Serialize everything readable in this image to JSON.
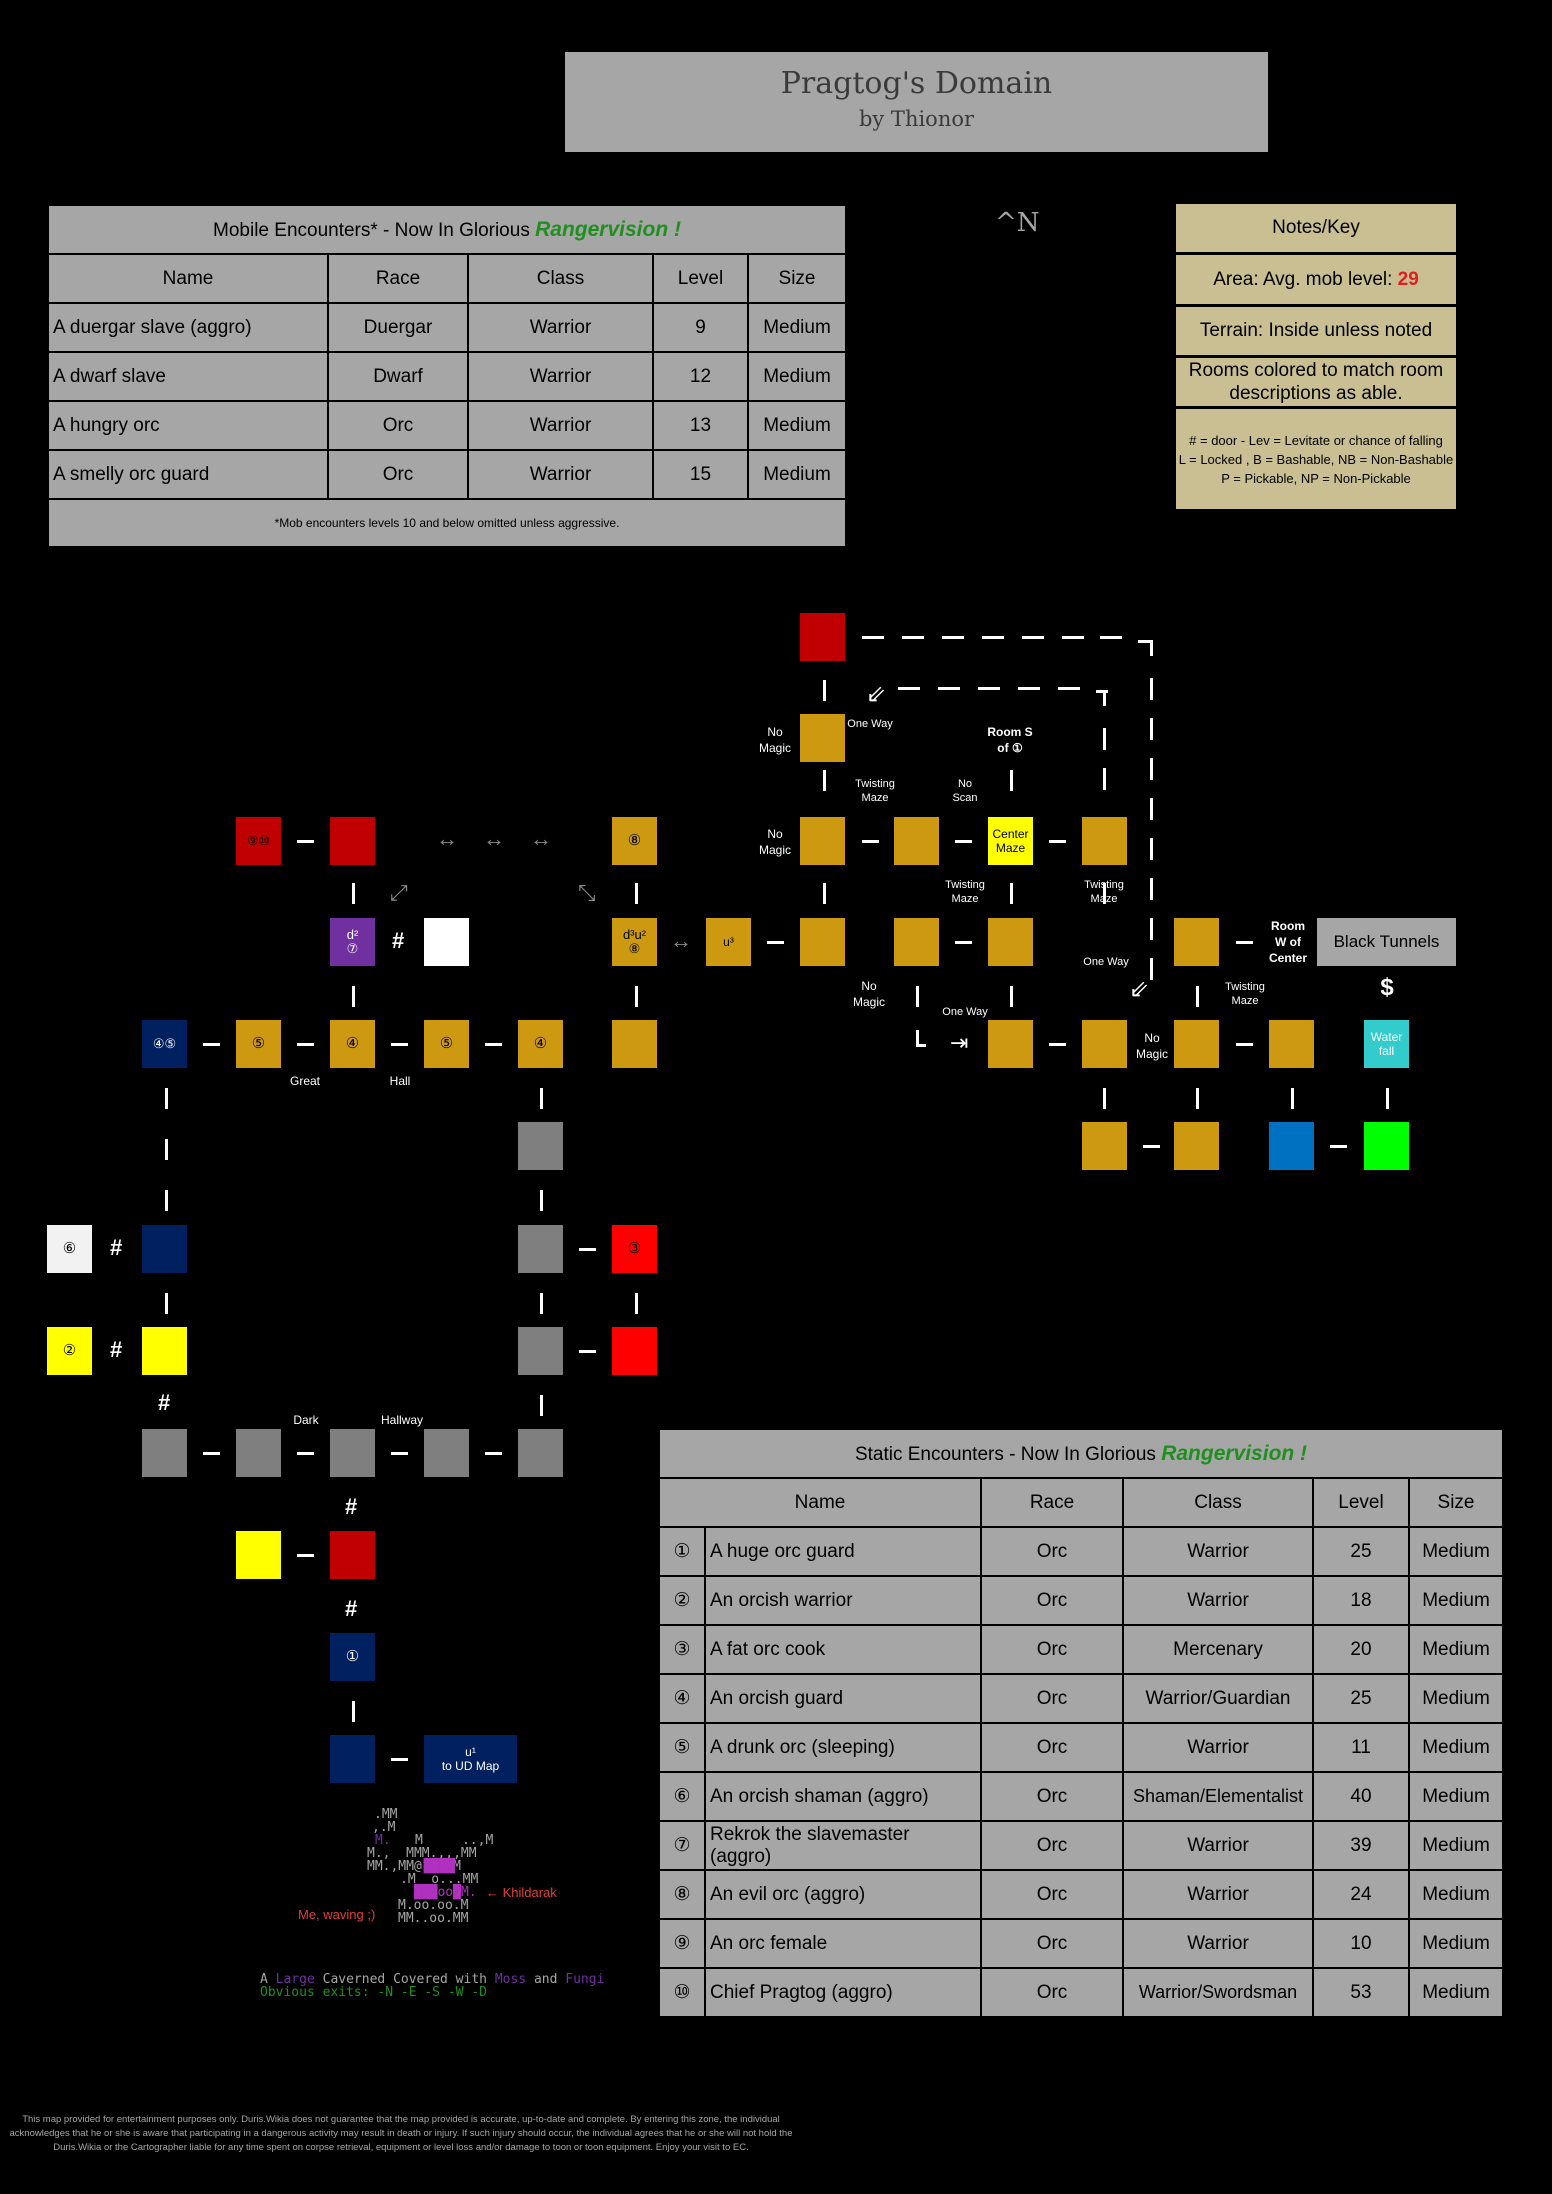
{
  "title": "Pragtog's Domain",
  "subtitle": "by Thionor",
  "north": "^N",
  "mobile": {
    "heading": "Mobile Encounters* - Now In Glorious ",
    "heading_brand": "Rangervision !",
    "columns": [
      "Name",
      "Race",
      "Class",
      "Level",
      "Size"
    ],
    "rows": [
      [
        "A duergar slave (aggro)",
        "Duergar",
        "Warrior",
        "9",
        "Medium"
      ],
      [
        "A dwarf slave",
        "Dwarf",
        "Warrior",
        "12",
        "Medium"
      ],
      [
        "A hungry orc",
        "Orc",
        "Warrior",
        "13",
        "Medium"
      ],
      [
        "A smelly orc guard",
        "Orc",
        "Warrior",
        "15",
        "Medium"
      ]
    ],
    "footnote": "*Mob encounters levels 10 and below omitted unless aggressive."
  },
  "notes": {
    "title": "Notes/Key",
    "area_label": "Area: Avg. mob level: ",
    "area_level": "29",
    "terrain": "Terrain: Inside unless noted",
    "rooms": "Rooms colored to match room descriptions as able.",
    "key_line1": "# = door - Lev = Levitate or chance of falling",
    "key_line2": "L = Locked , B = Bashable, NB = Non-Bashable",
    "key_line3": "P = Pickable, NP = Non-Pickable"
  },
  "static": {
    "heading": "Static Encounters - Now In Glorious ",
    "heading_brand": "Rangervision !",
    "columns": [
      "Name",
      "Race",
      "Class",
      "Level",
      "Size"
    ],
    "rows": [
      [
        "①",
        "A huge orc guard",
        "Orc",
        "Warrior",
        "25",
        "Medium"
      ],
      [
        "②",
        "An orcish warrior",
        "Orc",
        "Warrior",
        "18",
        "Medium"
      ],
      [
        "③",
        "A fat orc cook",
        "Orc",
        "Mercenary",
        "20",
        "Medium"
      ],
      [
        "④",
        "An orcish guard",
        "Orc",
        "Warrior/Guardian",
        "25",
        "Medium"
      ],
      [
        "⑤",
        "A drunk orc (sleeping)",
        "Orc",
        "Warrior",
        "11",
        "Medium"
      ],
      [
        "⑥",
        "An orcish shaman (aggro)",
        "Orc",
        "Shaman/Elementalist",
        "40",
        "Medium"
      ],
      [
        "⑦",
        "Rekrok the slavemaster (aggro)",
        "Orc",
        "Warrior",
        "39",
        "Medium"
      ],
      [
        "⑧",
        "An evil orc (aggro)",
        "Orc",
        "Warrior",
        "24",
        "Medium"
      ],
      [
        "⑨",
        "An orc female",
        "Orc",
        "Warrior",
        "10",
        "Medium"
      ],
      [
        "⑩",
        "Chief Pragtog (aggro)",
        "Orc",
        "Warrior/Swordsman",
        "53",
        "Medium"
      ]
    ]
  },
  "map": {
    "labels": {
      "one_way_a": "One Way",
      "no_magic_a": "No\nMagic",
      "room_s": "Room S\nof ①",
      "twisting_a": "Twisting\nMaze",
      "no_scan": "No\nScan",
      "no_magic_b": "No\nMagic",
      "center_maze": "Center\nMaze",
      "twisting_b": "Twisting\nMaze",
      "twisting_c": "Twisting\nMaze",
      "room_w": "Room\nW of\nCenter",
      "black_tunnels": "Black Tunnels",
      "one_way_b": "One Way",
      "no_magic_c": "No\nMagic",
      "one_way_c": "One Way",
      "no_magic_d": "No\nMagic",
      "twisting_d": "Twisting\nMaze",
      "waterfall": "Water\nfall",
      "dollar": "$",
      "great": "Great",
      "hall": "Hall",
      "dark": "Dark",
      "hallway": "Hallway",
      "r910": "⑨⑩",
      "r8a": "⑧",
      "r7": "d²\n⑦",
      "r8b": "d³u²\n⑧",
      "u3": "u³",
      "r45": "④⑤",
      "r5a": "⑤",
      "r4a": "④",
      "r5b": "⑤",
      "r4b": "④",
      "r3": "③",
      "r6": "⑥",
      "r2": "②",
      "r1": "①",
      "ud": "u¹\nto UD Map",
      "hash": "#"
    },
    "art": {
      "me_label": "Me, waving ;)",
      "khildarak": "← Khildarak",
      "line_a": "A ",
      "large": "Large",
      "cavern1": " Caverned Covered with ",
      "moss": "Moss",
      "and": " and ",
      "fungi": "Fungi",
      "exits": "Obvious exits: -N -E -S -W -D"
    }
  },
  "disclaimer": "This map provided for entertainment purposes only. Duris.Wikia does not guarantee that the map provided is accurate, up-to-date and complete. By entering this zone, the individual acknowledges that he or she is aware that participating in a dangerous activity may result in death or injury. If such injury should occur, the individual agrees that he or she will not hold the Duris.Wikia or the Cartographer liable for any time spent on corpse retrieval, equipment or level loss and/or damage to toon or toon equipment. Enjoy your visit to EC.",
  "colors": {
    "gold": "#cc9910",
    "grey": "#7f7f7f",
    "navy": "#002060",
    "table": "#a6a6a6",
    "notes": "#c9bf93",
    "brand": "#1f8f1f"
  }
}
